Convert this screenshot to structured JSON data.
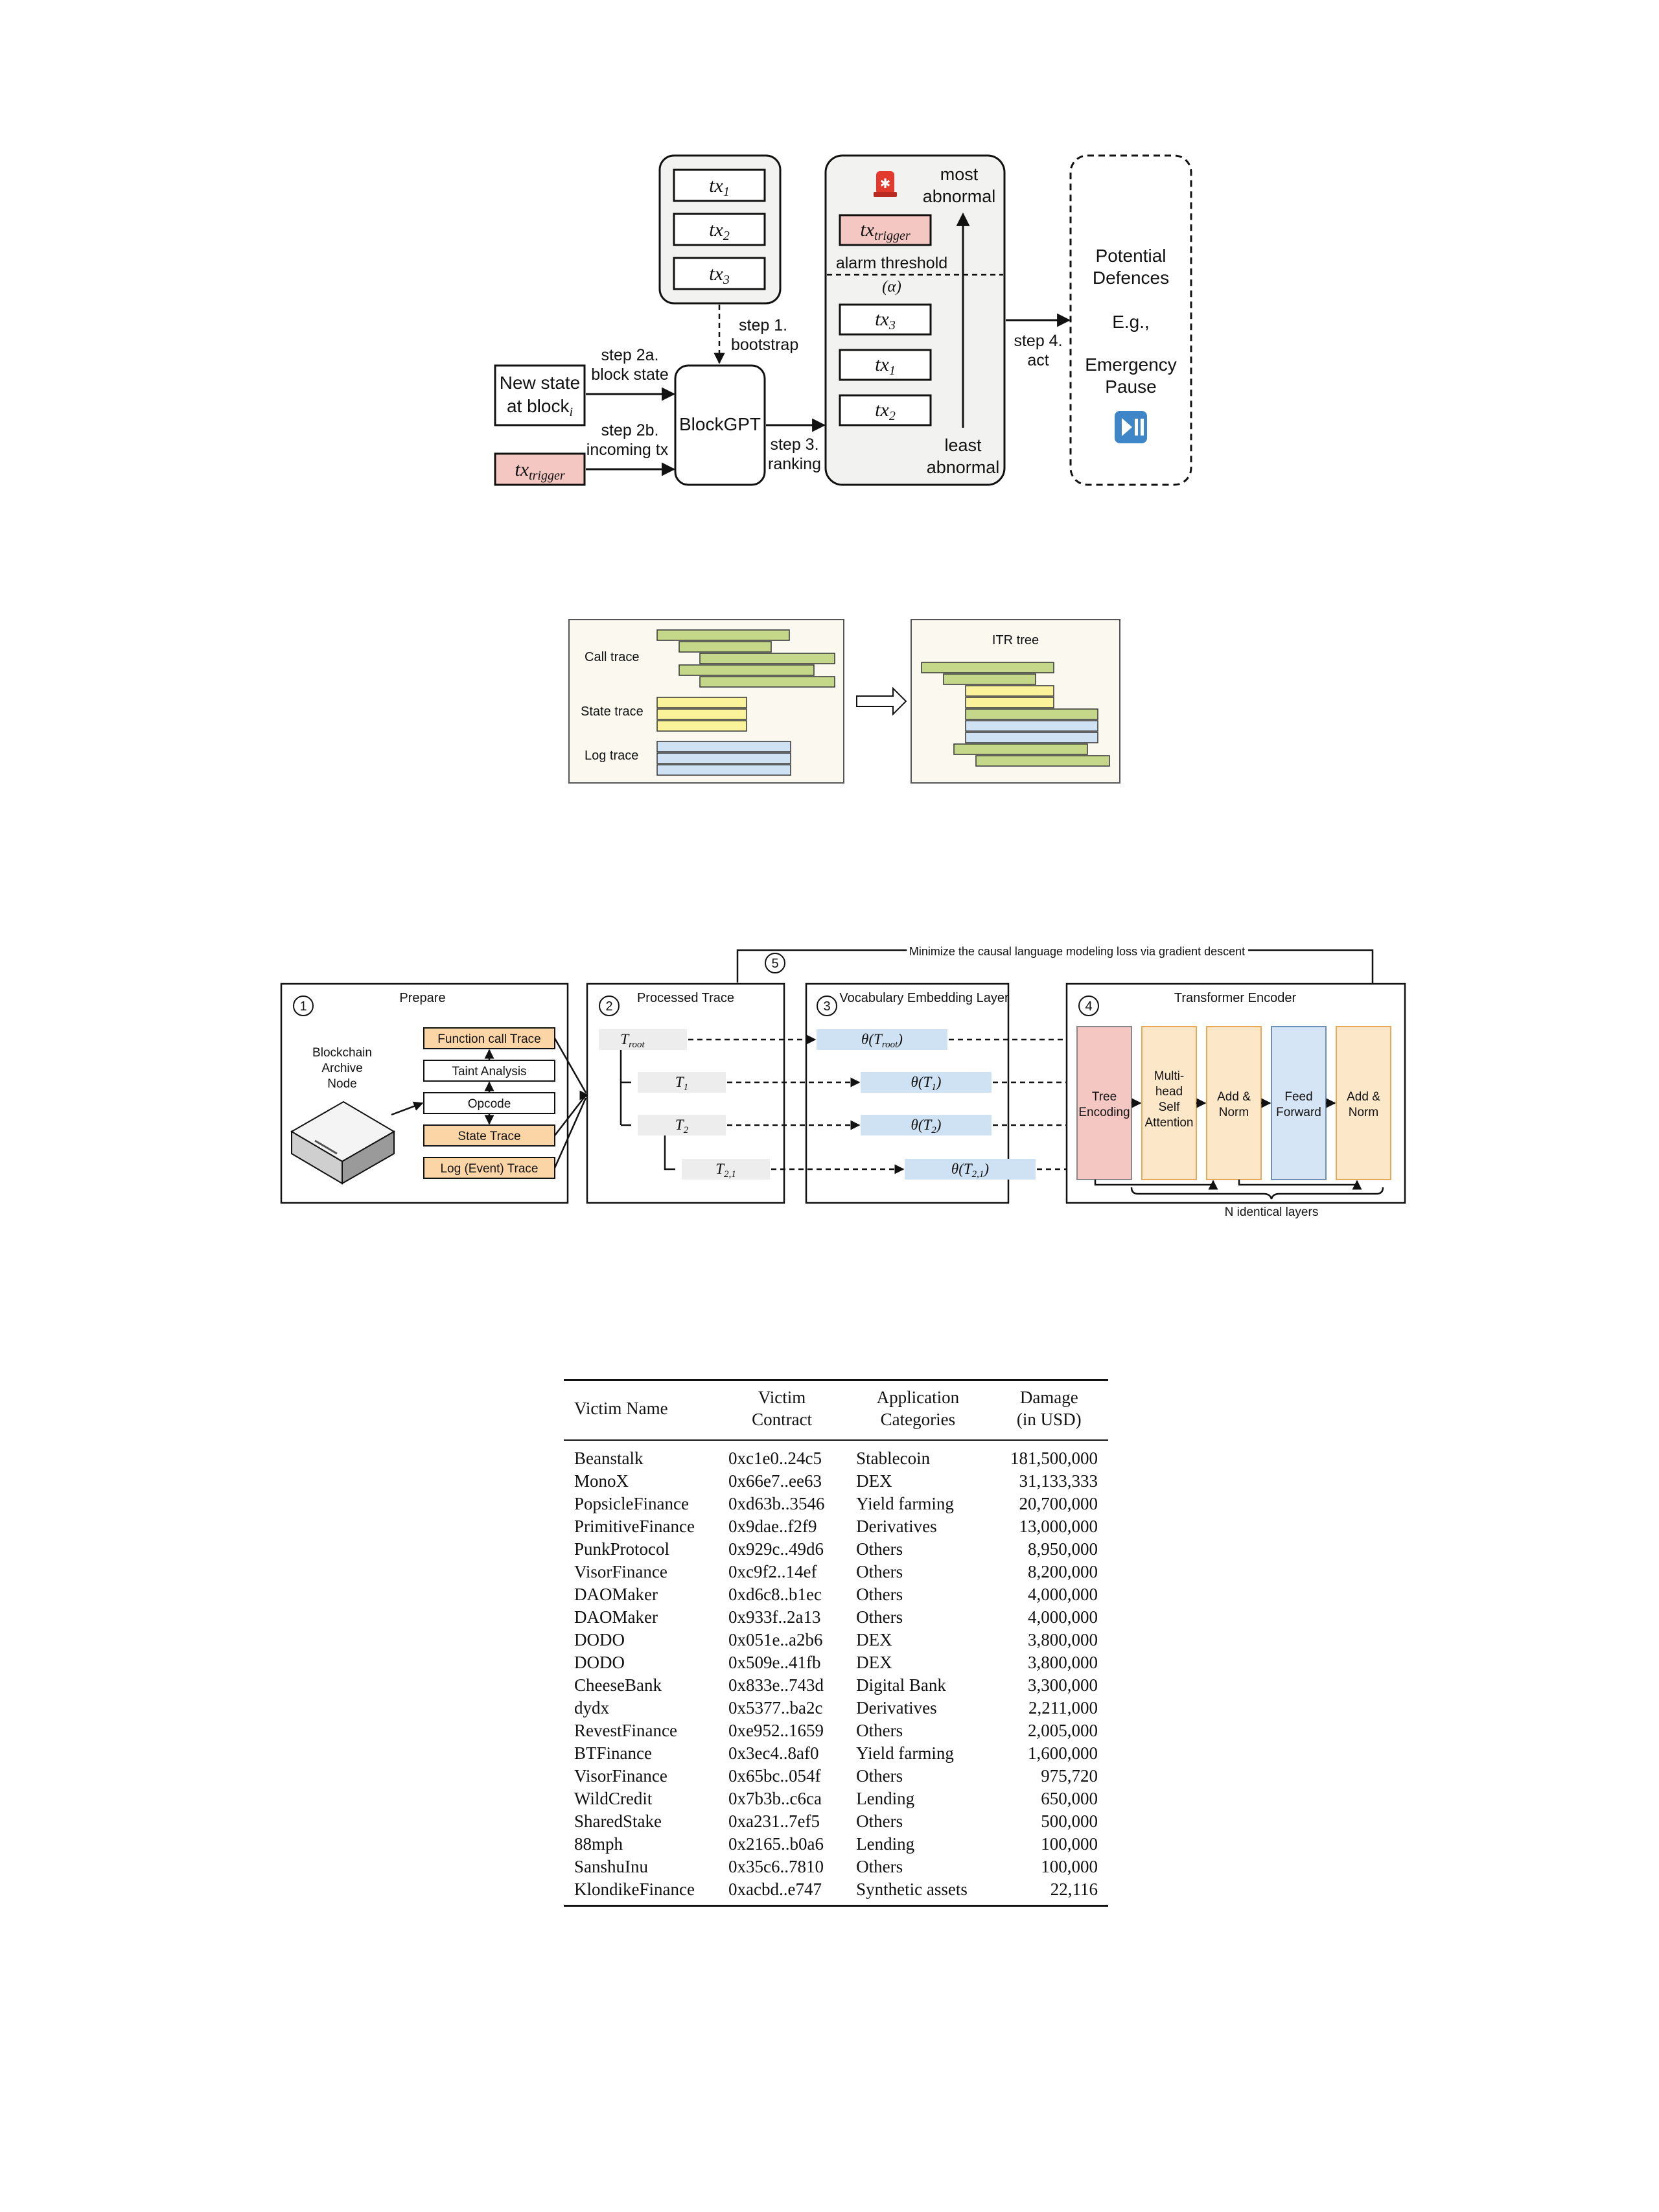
{
  "figure1": {
    "pool_tx": [
      "tx",
      "tx",
      "tx"
    ],
    "pool_tx_sub": [
      "1",
      "2",
      "3"
    ],
    "step1": [
      "step 1.",
      "bootstrap"
    ],
    "step2a": [
      "step 2a.",
      "block state"
    ],
    "step2b": [
      "step 2b.",
      "incoming tx"
    ],
    "new_state": [
      "New state",
      "at block"
    ],
    "new_state_sub": "i",
    "trigger_tx": "tx",
    "trigger_sub": "trigger",
    "blockgpt": "BlockGPT",
    "step3": [
      "step 3.",
      "ranking"
    ],
    "most": [
      "most",
      "abnormal"
    ],
    "least": [
      "least",
      "abnormal"
    ],
    "alarm": [
      "alarm threshold",
      "(α)"
    ],
    "ranked_tx_sub": [
      "3",
      "1",
      "2"
    ],
    "step4": [
      "step 4.",
      "act"
    ],
    "defences": [
      "Potential",
      "Defences",
      "E.g.,",
      "Emergency",
      "Pause"
    ]
  },
  "figure2": {
    "call_trace": "Call trace",
    "state_trace": "State trace",
    "log_trace": "Log trace",
    "itr_tree": "ITR tree"
  },
  "figure3": {
    "loss_label": "Minimize the causal language modeling loss via gradient descent",
    "panel_numbers": [
      "1",
      "2",
      "3",
      "4",
      "5"
    ],
    "prepare": "Prepare",
    "archive_node": [
      "Blockchain",
      "Archive",
      "Node"
    ],
    "prep_items": [
      "Function call Trace",
      "Taint Analysis",
      "Opcode",
      "State Trace",
      "Log (Event) Trace"
    ],
    "processed_trace": "Processed Trace",
    "trace_nodes": [
      "T",
      "T",
      "T",
      "T"
    ],
    "trace_subs": [
      "root",
      "1",
      "2",
      "2,1"
    ],
    "vocab_layer": "Vocabulary Embedding Layer",
    "theta": "θ",
    "transformer": "Transformer Encoder",
    "tree_encoding": [
      "Tree",
      "Encoding"
    ],
    "mhsa": [
      "Multi-",
      "head",
      "Self",
      "Attention"
    ],
    "add_norm": [
      "Add &",
      "Norm"
    ],
    "feed_forward": [
      "Feed",
      "Forward"
    ],
    "n_layers": "N identical layers"
  },
  "table": {
    "headers": [
      [
        "Victim Name"
      ],
      [
        "Victim",
        "Contract"
      ],
      [
        "Application",
        "Categories"
      ],
      [
        "Damage",
        "(in USD)"
      ]
    ],
    "rows": [
      [
        "Beanstalk",
        "0xc1e0..24c5",
        "Stablecoin",
        "181,500,000"
      ],
      [
        "MonoX",
        "0x66e7..ee63",
        "DEX",
        "31,133,333"
      ],
      [
        "PopsicleFinance",
        "0xd63b..3546",
        "Yield farming",
        "20,700,000"
      ],
      [
        "PrimitiveFinance",
        "0x9dae..f2f9",
        "Derivatives",
        "13,000,000"
      ],
      [
        "PunkProtocol",
        "0x929c..49d6",
        "Others",
        "8,950,000"
      ],
      [
        "VisorFinance",
        "0xc9f2..14ef",
        "Others",
        "8,200,000"
      ],
      [
        "DAOMaker",
        "0xd6c8..b1ec",
        "Others",
        "4,000,000"
      ],
      [
        "DAOMaker",
        "0x933f..2a13",
        "Others",
        "4,000,000"
      ],
      [
        "DODO",
        "0x051e..a2b6",
        "DEX",
        "3,800,000"
      ],
      [
        "DODO",
        "0x509e..41fb",
        "DEX",
        "3,800,000"
      ],
      [
        "CheeseBank",
        "0x833e..743d",
        "Digital Bank",
        "3,300,000"
      ],
      [
        "dydx",
        "0x5377..ba2c",
        "Derivatives",
        "2,211,000"
      ],
      [
        "RevestFinance",
        "0xe952..1659",
        "Others",
        "2,005,000"
      ],
      [
        "BTFinance",
        "0x3ec4..8af0",
        "Yield farming",
        "1,600,000"
      ],
      [
        "VisorFinance",
        "0x65bc..054f",
        "Others",
        "975,720"
      ],
      [
        "WildCredit",
        "0x7b3b..c6ca",
        "Lending",
        "650,000"
      ],
      [
        "SharedStake",
        "0xa231..7ef5",
        "Others",
        "500,000"
      ],
      [
        "88mph",
        "0x2165..b0a6",
        "Lending",
        "100,000"
      ],
      [
        "SanshuInu",
        "0x35c6..7810",
        "Others",
        "100,000"
      ],
      [
        "KlondikeFinance",
        "0xacbd..e747",
        "Synthetic assets",
        "22,116"
      ]
    ]
  },
  "colors": {
    "trigger": "#f4c7c3",
    "green": "#c5d88a",
    "yellow": "#fbf39a",
    "blue": "#cfe2f3",
    "orange": "#fcd5a6",
    "panel_bg": "#faf8ef",
    "gray_bg": "#f2f3f1"
  }
}
